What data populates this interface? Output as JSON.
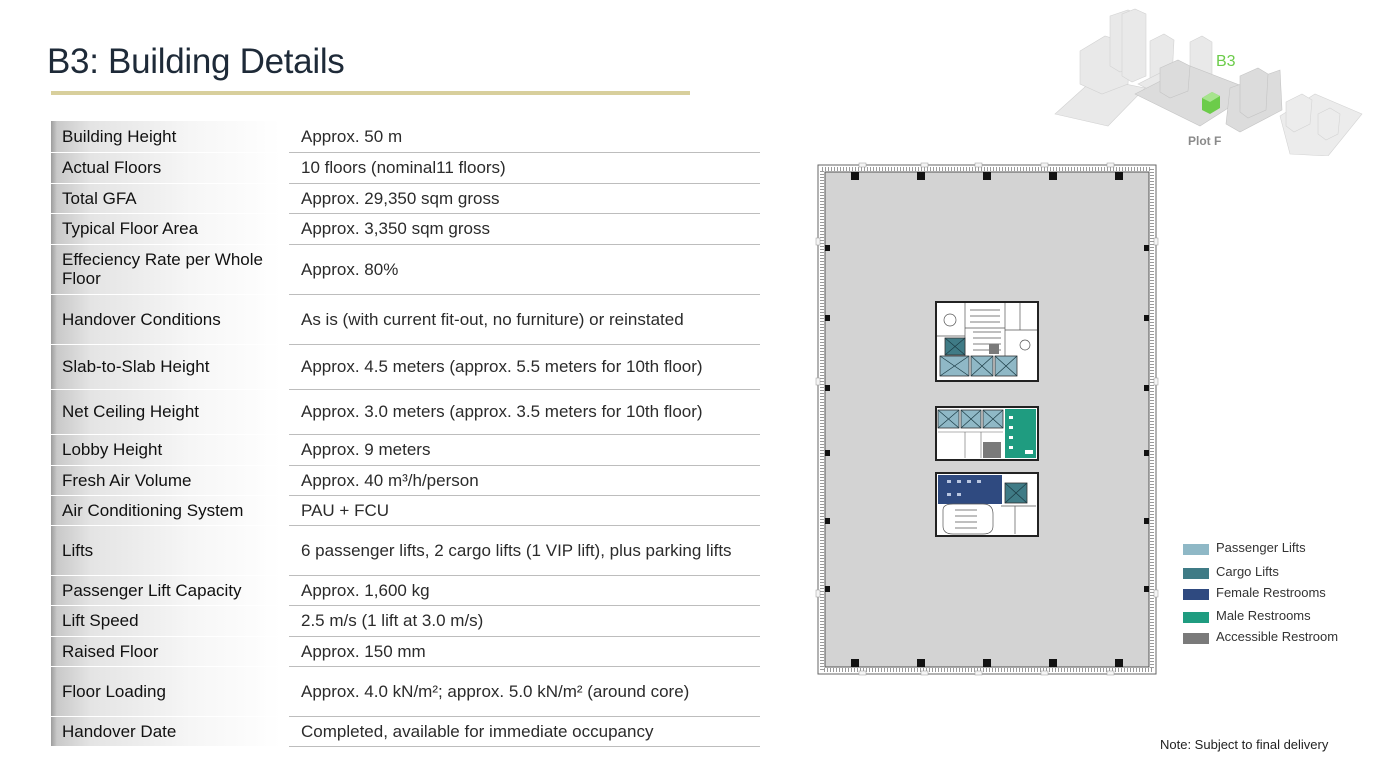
{
  "page": {
    "title": "B3: Building Details",
    "note": "Note: Subject to final delivery"
  },
  "specs": [
    {
      "k": "Building Height",
      "v": "Approx. 50 m"
    },
    {
      "k": "Actual Floors",
      "v": "10 floors (nominal11 floors)"
    },
    {
      "k": "Total GFA",
      "v": "Approx. 29,350 sqm gross"
    },
    {
      "k": "Typical Floor Area",
      "v": "Approx. 3,350 sqm gross"
    },
    {
      "k": "Effeciency Rate per Whole Floor",
      "v": "Approx. 80%"
    },
    {
      "k": "Handover Conditions",
      "v": "As is (with current fit-out, no furniture) or reinstated"
    },
    {
      "k": "Slab-to-Slab Height",
      "v": "Approx. 4.5 meters (approx. 5.5 meters for 10th floor)"
    },
    {
      "k": "Net Ceiling Height",
      "v": "Approx. 3.0 meters (approx. 3.5 meters for 10th floor)"
    },
    {
      "k": "Lobby Height",
      "v": "Approx. 9 meters"
    },
    {
      "k": "Fresh Air Volume",
      "v": "Approx. 40 m³/h/person"
    },
    {
      "k": "Air Conditioning System",
      "v": "PAU + FCU"
    },
    {
      "k": "Lifts",
      "v": "6 passenger lifts, 2 cargo lifts (1 VIP lift), plus parking lifts"
    },
    {
      "k": "Passenger Lift Capacity",
      "v": "Approx. 1,600 kg"
    },
    {
      "k": "Lift Speed",
      "v": "2.5 m/s (1 lift at 3.0 m/s)"
    },
    {
      "k": "Raised Floor",
      "v": "Approx. 150 mm"
    },
    {
      "k": "Floor Loading",
      "v": "Approx. 4.0 kN/m²; approx. 5.0 kN/m² (around core)"
    },
    {
      "k": "Handover Date",
      "v": "Completed, available for immediate occupancy"
    }
  ],
  "keymap": {
    "building_label": "B3",
    "plot_label": "Plot F",
    "highlight_color": "#6ccc4a"
  },
  "legend": [
    {
      "label": "Passenger Lifts",
      "color": "#8fb8c6"
    },
    {
      "label": "Cargo Lifts",
      "color": "#3f7b86"
    },
    {
      "label": "Female Restrooms",
      "color": "#2f4a80"
    },
    {
      "label": "Male Restrooms",
      "color": "#1f9c80"
    },
    {
      "label": "Accessible Restroom",
      "color": "#7a7a7a"
    }
  ]
}
